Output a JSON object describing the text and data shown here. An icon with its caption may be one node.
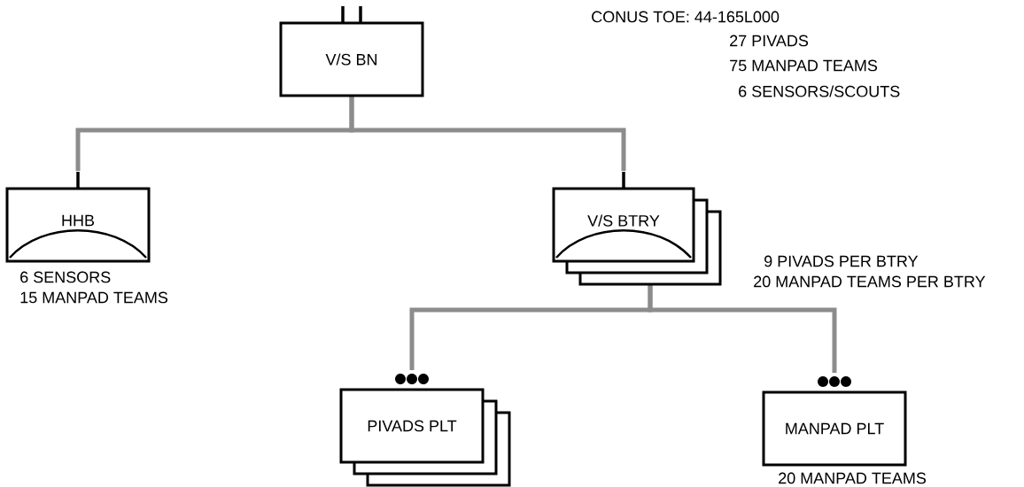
{
  "diagram": {
    "nodes": [
      {
        "text": [
          "V/S BN"
        ]
      },
      {
        "text": [
          "HHB"
        ],
        "beside": [
          "6 SENSORS",
          "15 MANPAD TEAMS"
        ]
      },
      {
        "text": [
          "V/S BTRY"
        ],
        "beside": [
          "9 PIVADS PER BTRY",
          "20 MANPAD TEAMS PER BTRY"
        ]
      },
      {
        "text": [
          "PIVADS PLT"
        ]
      },
      {
        "text": [
          "MANPAD PLT"
        ],
        "beside": [
          "20 MANPAD TEAMS"
        ]
      }
    ],
    "edges": [
      {
        "from": 0,
        "to": 1,
        "arrow": "none"
      },
      {
        "from": 0,
        "to": 2,
        "arrow": "none"
      },
      {
        "from": 2,
        "to": 3,
        "arrow": "none"
      },
      {
        "from": 2,
        "to": 4,
        "arrow": "none"
      }
    ],
    "labels": [
      "CONUS TOE: 44-165L000",
      "27 PIVADS",
      "75 MANPAD TEAMS",
      "6 SENSORS/SCOUTS"
    ]
  }
}
